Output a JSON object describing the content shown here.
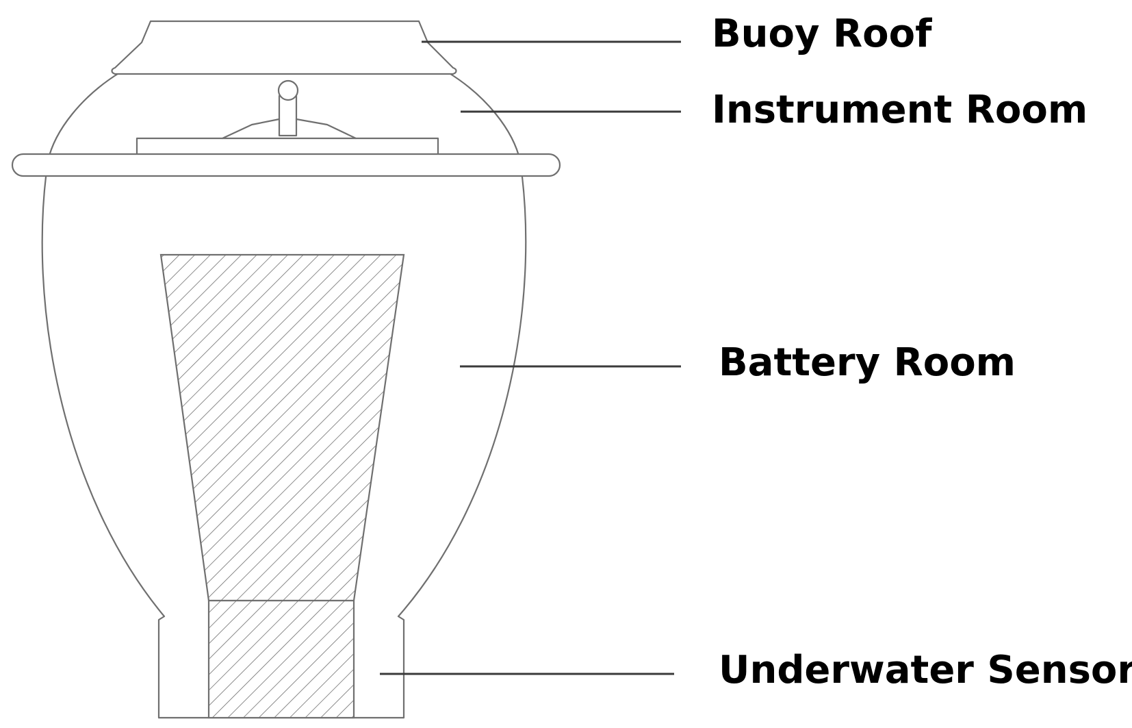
{
  "labels": {
    "buoy_roof": "Buoy Roof",
    "instrument_room": "Instrument Room",
    "battery_room": "Battery Room",
    "underwater_sensor": "Underwater Sensor"
  },
  "colors": {
    "outline": "#6f6f6f",
    "leader": "#3a3a3a",
    "text": "#000000"
  }
}
